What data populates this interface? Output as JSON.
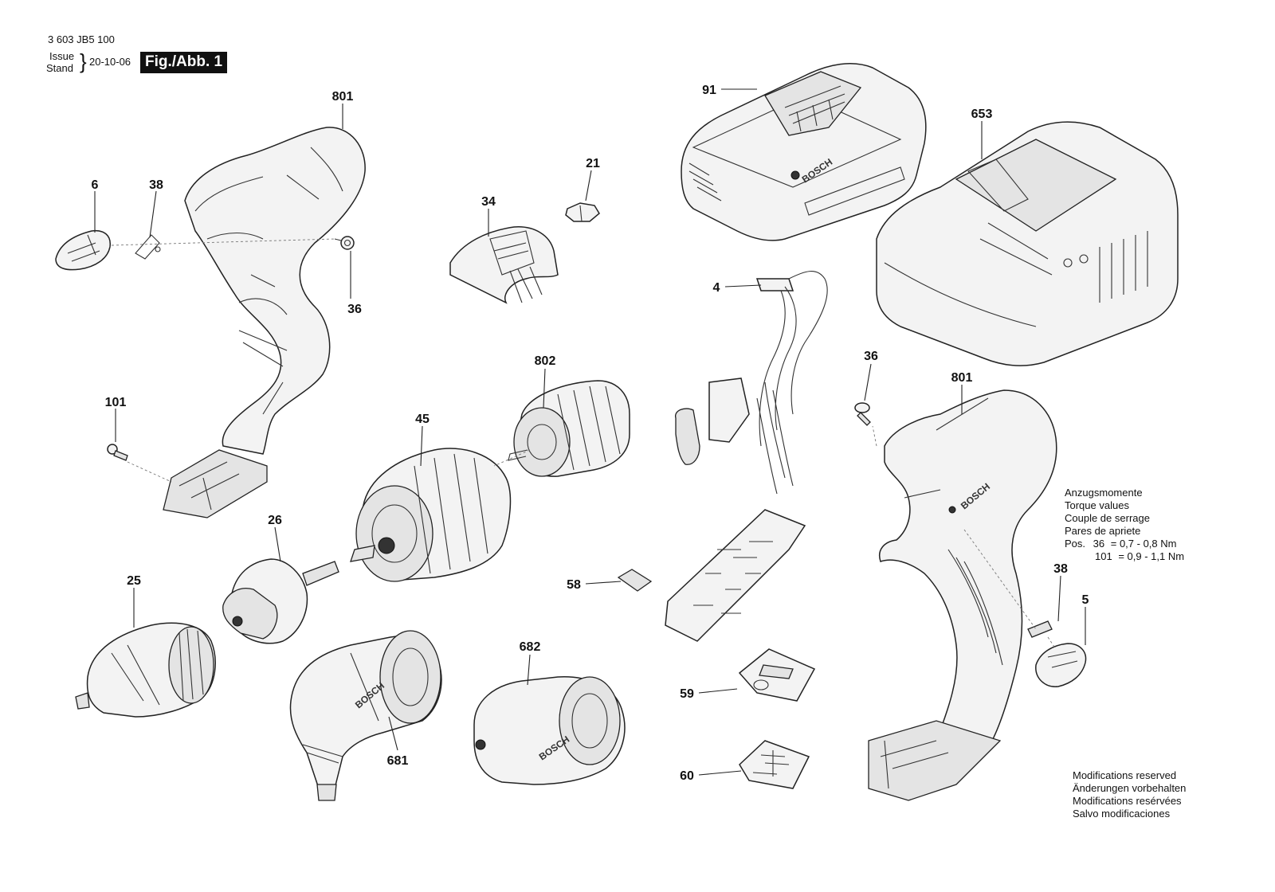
{
  "header": {
    "part_number": "3 603 JB5 100",
    "issue_label": "Issue",
    "stand_label": "Stand",
    "date": "20-10-06",
    "figure_label": "Fig./Abb. 1"
  },
  "torque": {
    "lines": [
      "Anzugsmomente",
      "Torque values",
      "Couple de serrage",
      "Pares de apriete"
    ],
    "pos_prefix": "Pos.",
    "pos36_num": "36",
    "pos36_val": "= 0,7 - 0,8 Nm",
    "pos101_num": "101",
    "pos101_val": "= 0,9 - 1,1 Nm"
  },
  "modifications": [
    "Modifications reserved",
    "Änderungen vorbehalten",
    "Modifications resérvées",
    "Salvo modificaciones"
  ],
  "brand": "BOSCH",
  "labels": {
    "l801a": "801",
    "l6": "6",
    "l38a": "38",
    "l36a": "36",
    "l101": "101",
    "l34": "34",
    "l21": "21",
    "l91": "91",
    "l653": "653",
    "l4": "4",
    "l802": "802",
    "l45": "45",
    "l26": "26",
    "l25": "25",
    "l58": "58",
    "l36b": "36",
    "l801b": "801",
    "l38b": "38",
    "l5": "5",
    "l682": "682",
    "l681": "681",
    "l59": "59",
    "l60": "60"
  }
}
